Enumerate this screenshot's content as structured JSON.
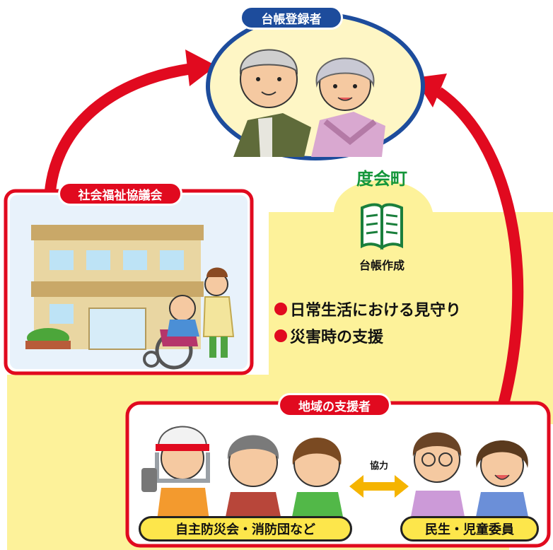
{
  "registrants": {
    "label": "台帳登録者"
  },
  "council": {
    "label": "社会福祉協議会"
  },
  "town": {
    "name": "度会町",
    "book_caption": "台帳作成"
  },
  "purposes": [
    "日常生活における見守り",
    "災害時の支援"
  ],
  "supporters": {
    "label": "地域の支援者",
    "group_left": "自主防災会・消防団など",
    "group_right": "民生・児童委員",
    "cooperation": "協力"
  },
  "colors": {
    "accent_red": "#e10a1f",
    "accent_blue": "#1d4c9c",
    "town_green": "#13963a",
    "highlight_yellow": "#fdf29a"
  }
}
